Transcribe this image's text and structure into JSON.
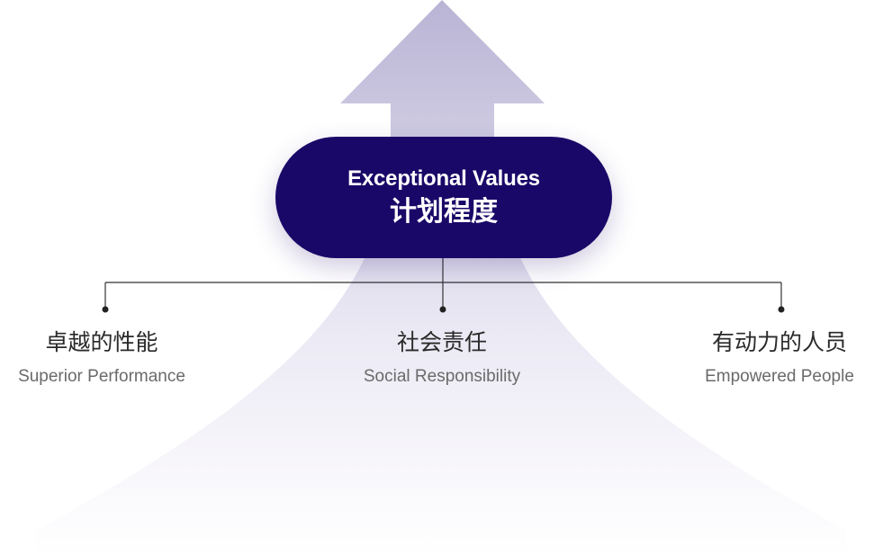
{
  "center": {
    "title_en": "Exceptional Values",
    "title_cn": "计划程度"
  },
  "pillars": [
    {
      "title_cn": "卓越的性能",
      "title_en": "Superior Performance"
    },
    {
      "title_cn": "社会责任",
      "title_en": "Social Responsibility"
    },
    {
      "title_cn": "有动力的人员",
      "title_en": "Empowered People"
    }
  ],
  "colors": {
    "pill_fill": "#1a0868",
    "arrow_top": "#bcb8d6",
    "connector": "#333333",
    "pillar_title": "#2a2a2a",
    "pillar_subtitle": "#6a6a6a"
  },
  "icons": {
    "background": "upward-arrow-icon",
    "connector_nodes": "dot-icon"
  }
}
